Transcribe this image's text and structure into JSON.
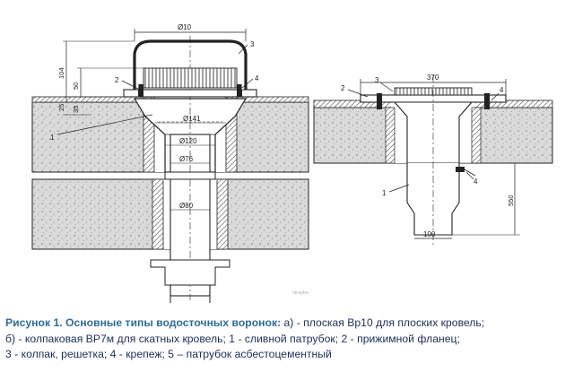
{
  "figure": {
    "left_drawing": {
      "dims": {
        "d10": "Ø10",
        "d141": "Ø141",
        "d120": "Ø120",
        "d76": "Ø76",
        "d80": "Ø80",
        "h104": "104",
        "h50": "50",
        "h25": "25",
        "h35": "35"
      },
      "callouts": {
        "c1": "1",
        "c2": "2",
        "c3": "3",
        "c4": "4"
      }
    },
    "right_drawing": {
      "dims": {
        "w370": "370",
        "w100": "100",
        "h550": "550"
      },
      "callouts": {
        "c1": "1",
        "c2": "2",
        "c3": "3",
        "c4a": "4",
        "c4b": "4"
      }
    },
    "watermark": "stroyka"
  },
  "caption": {
    "lead": "Рисунок 1. Основные типы водосточных воронок:",
    "line1_rest": " а) - плоская Вр10 для плоских кровель;",
    "line2": "б) - колпаковая ВР7м для скатных кровель; 1 - сливной патрубок; 2 - прижимной фланец;",
    "line3": "3 - колпак, решетка; 4 - крепеж; 5 – патрубок асбестоцементный"
  },
  "colors": {
    "caption_lead": "#2f6d98",
    "caption_text": "#1b2f5a",
    "line": "#222222"
  }
}
